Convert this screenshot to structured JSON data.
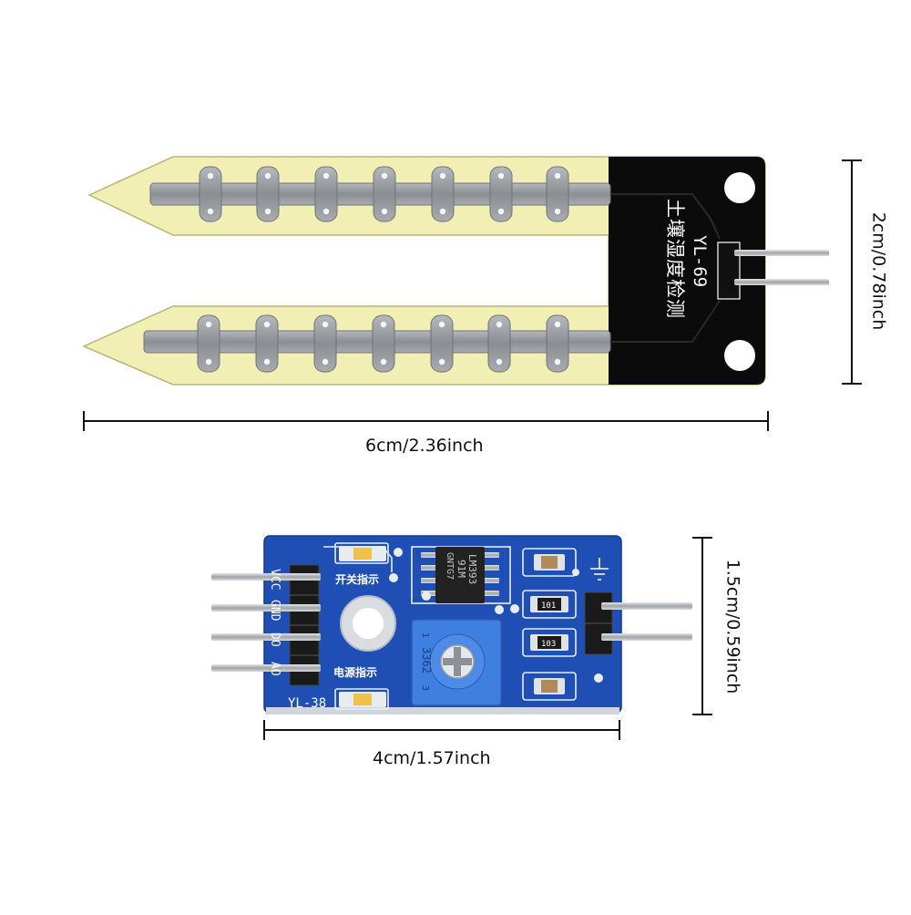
{
  "probe": {
    "model_label": "YL-69",
    "chinese_label": "土壤湿度检测",
    "width_label": "6cm/2.36inch",
    "height_label": "2cm/0.78inch"
  },
  "module": {
    "model_label": "YL-38",
    "switch_indicator_label": "开关指示",
    "power_indicator_label": "电源指示",
    "chip_line1": "LM393",
    "chip_line2": "91M",
    "chip_line3": "GNTG7",
    "pot_label": "3362",
    "pot_pin1": "1",
    "pot_pin3": "3",
    "resistor1_label": "101",
    "resistor2_label": "103",
    "pin_labels": [
      "VCC",
      "GND",
      "DO",
      "AO"
    ],
    "width_label": "4cm/1.57inch",
    "height_label": "1.5cm/0.59inch"
  },
  "colors": {
    "probe_fr4": "#f2efb4",
    "probe_black": "#0b0b0b",
    "electrode": "#9a9ea3",
    "module_blue": "#1f4fb5",
    "pot_blue": "#3f7fe0",
    "header_black": "#1a1a1a",
    "pin_silver": "#b9bcc0"
  }
}
